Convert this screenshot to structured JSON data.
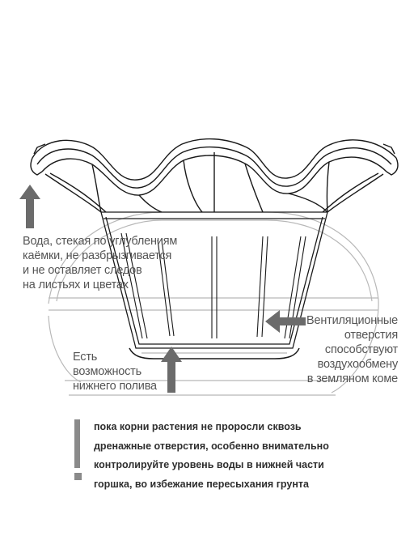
{
  "colors": {
    "outline": "#1a1a1a",
    "light_outline": "#b5b5b5",
    "arrow": "#6b6b6b",
    "label_text": "#555555",
    "note_text": "#2e2e2e",
    "note_bar": "#8a8a8a"
  },
  "icons": {
    "rim_arrow": "arrow-up-icon",
    "vent_arrow": "arrow-left-icon",
    "watering_arrow": "arrow-up-icon"
  },
  "labels": {
    "rim": {
      "lines": [
        "Вода, стекая по углублениям",
        "каёмки, не разбрызгивается",
        "и не оставляет следов",
        "на листьях и цветах"
      ]
    },
    "vent": {
      "lines": [
        "Вентиляционные",
        "отверстия",
        "способствуют",
        "воздухообмену",
        "в земляном коме"
      ]
    },
    "bottom_watering": {
      "lines": [
        "Есть",
        "возможность",
        "нижнего полива"
      ]
    }
  },
  "note": {
    "lines": [
      "пока корни растения не проросли сквозь",
      "дренажные отверстия, особенно внимательно",
      "контролируйте уровень воды в нижней части",
      "горшка,  во избежание пересыхания грунта"
    ]
  }
}
